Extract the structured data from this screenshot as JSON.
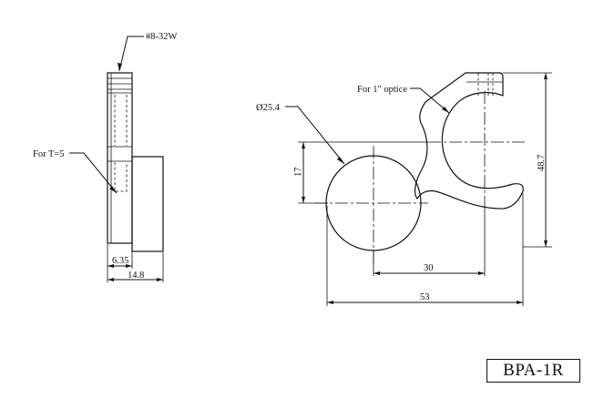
{
  "side_view": {
    "thread_label": "#8-32W",
    "thickness_note": "For T=5",
    "dim_inner": "6.35",
    "dim_outer": "14.8"
  },
  "front_view": {
    "optic_note": "For 1\" optice",
    "diameter_label": "Ø25.4",
    "dim_vertical_small": "17",
    "dim_vertical_height": "48.7",
    "dim_center_spacing": "30",
    "dim_overall_width": "53"
  },
  "part_number": "BPA-1R"
}
